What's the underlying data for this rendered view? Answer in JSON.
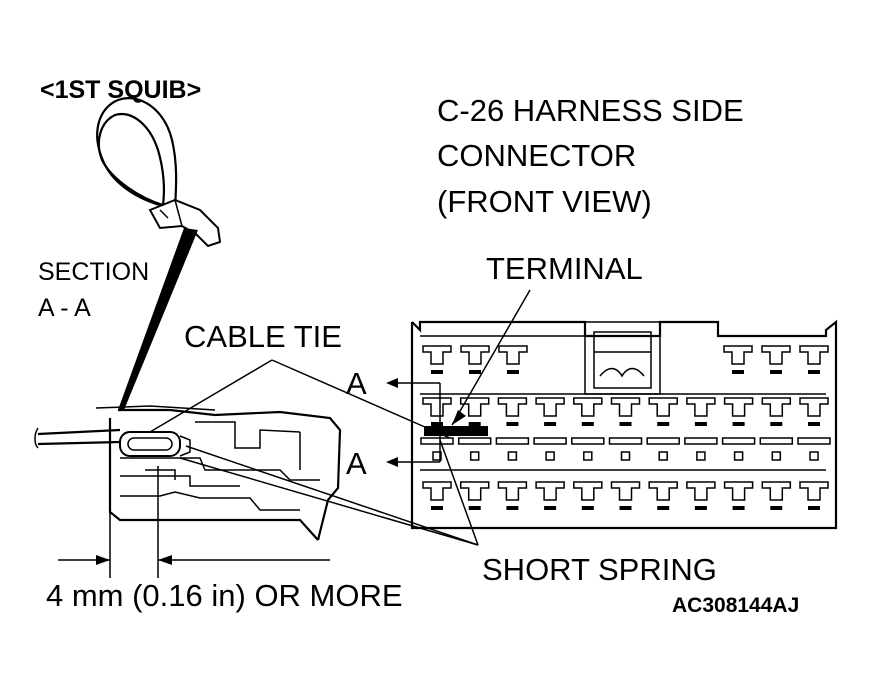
{
  "labels": {
    "squib": "<1ST SQUIB>",
    "connector_line1": "C-26 HARNESS SIDE",
    "connector_line2": "CONNECTOR",
    "connector_line3": "(FRONT VIEW)",
    "terminal": "TERMINAL",
    "section_line1": "SECTION",
    "section_line2": "A - A",
    "cable_tie": "CABLE TIE",
    "section_marker_top": "A",
    "section_marker_bottom": "A",
    "short_spring": "SHORT SPRING",
    "dimension": "4 mm (0.16 in) OR MORE",
    "figure_code": "AC308144AJ"
  },
  "colors": {
    "ink": "#000000",
    "paper": "#ffffff"
  }
}
